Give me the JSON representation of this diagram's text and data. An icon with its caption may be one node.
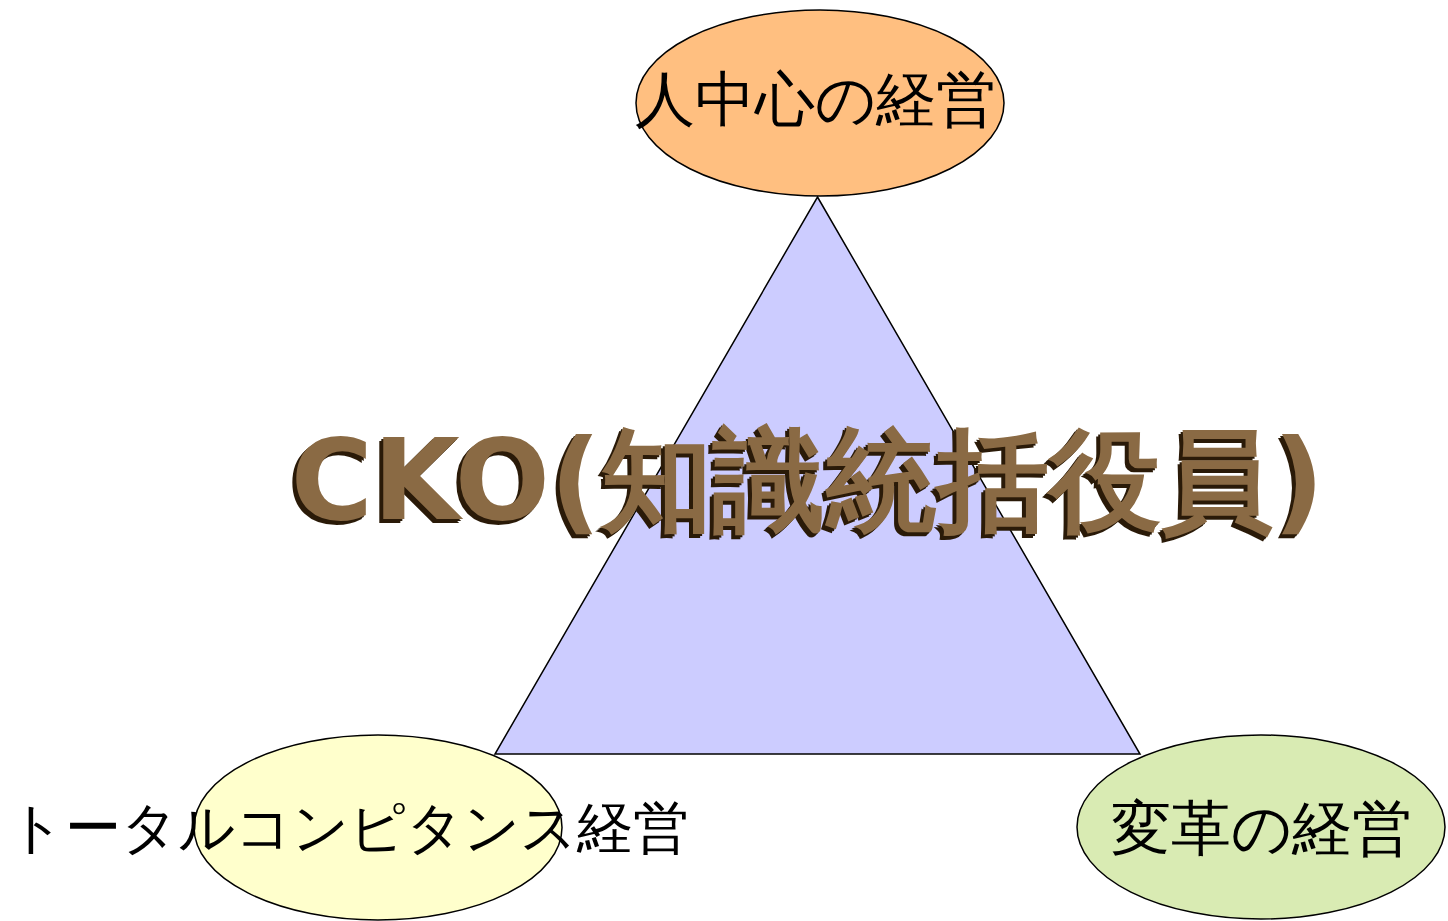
{
  "diagram": {
    "nodes": [
      {
        "text": [
          "人中心の経営"
        ]
      },
      {
        "text": [
          "CKO(知識統括役員)"
        ]
      },
      {
        "text": [
          "トータルコンピタンス経営"
        ]
      },
      {
        "text": [
          "変革の経営"
        ]
      }
    ],
    "edges": []
  }
}
